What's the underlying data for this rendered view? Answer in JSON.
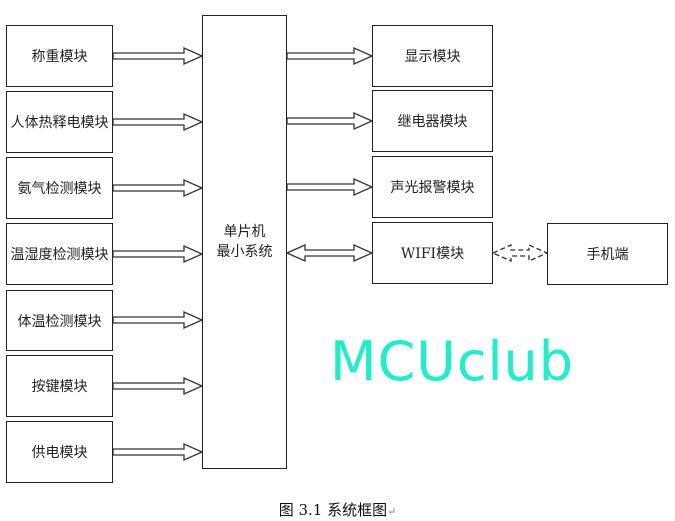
{
  "inputs": [
    "称重模块",
    "人体热释电模块",
    "氨气检测模块",
    "温湿度检测模块",
    "体温检测模块",
    "按键模块",
    "供电模块"
  ],
  "mcu": {
    "line1": "单片机",
    "line2": "最小系统"
  },
  "outputs": [
    "显示模块",
    "继电器模块",
    "声光报警模块",
    "WIFI模块"
  ],
  "phone": "手机端",
  "caption": "图 3.1 系统框图",
  "watermark": "MCUclub"
}
